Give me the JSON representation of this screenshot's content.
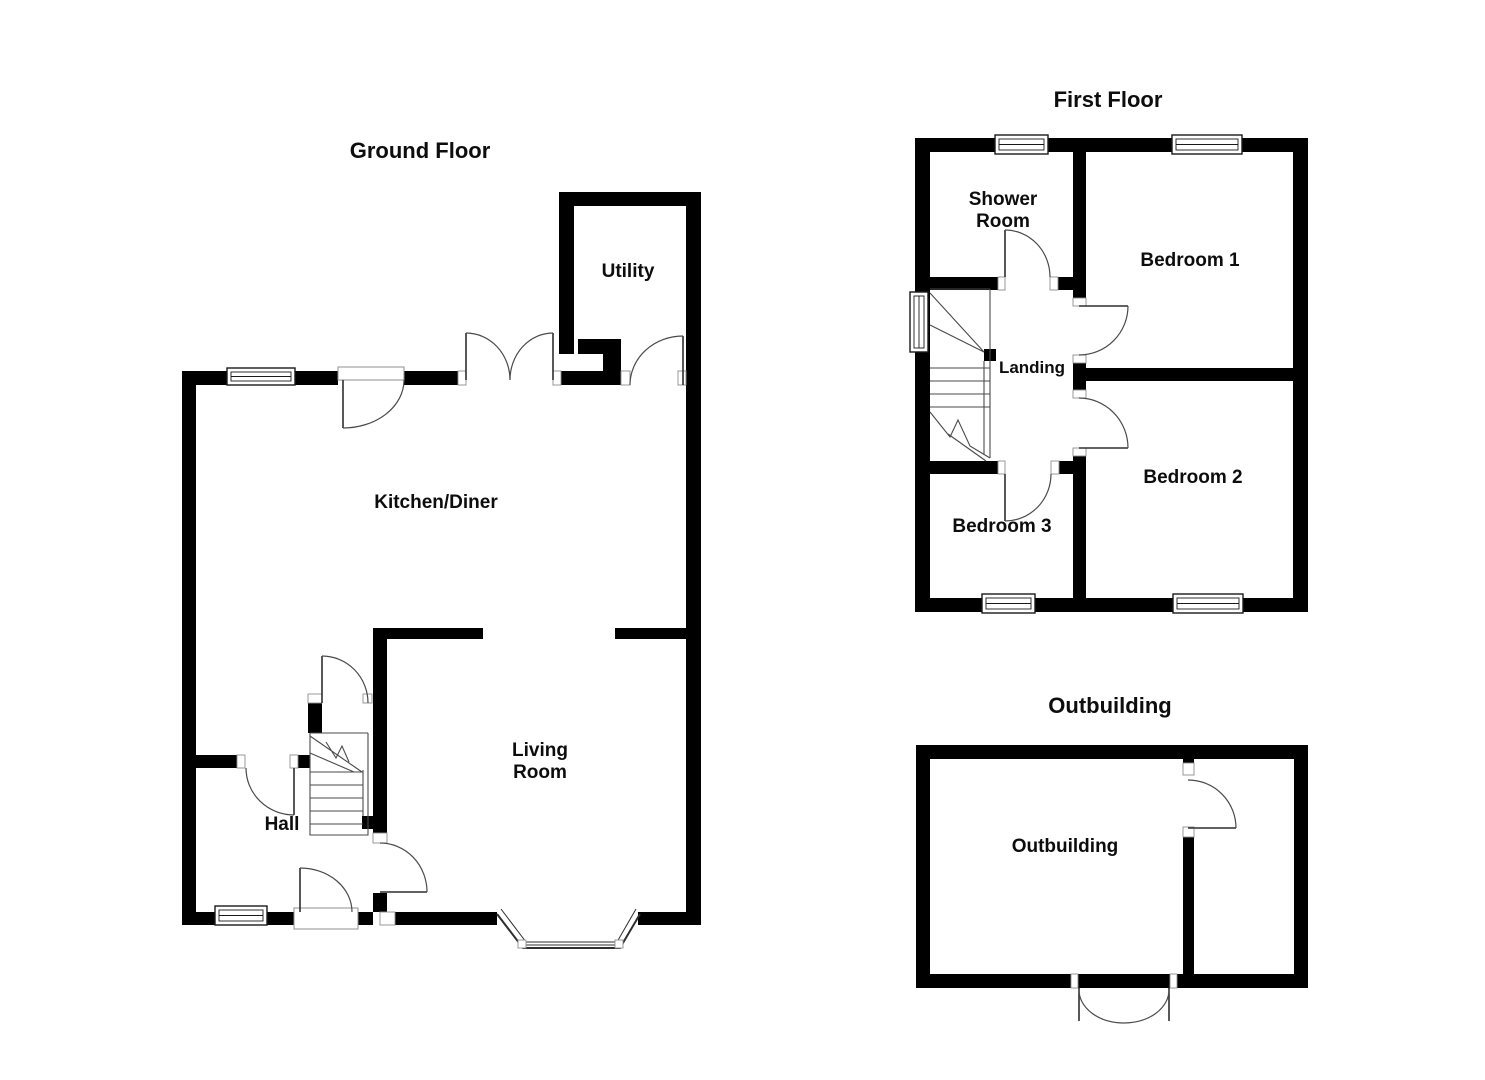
{
  "document": {
    "background": "#ffffff",
    "wall_color": "#000000",
    "door_line_color": "#4a4a4a"
  },
  "floors": {
    "ground": {
      "title": "Ground Floor",
      "rooms": {
        "utility": "Utility",
        "kitchen": "Kitchen/Diner",
        "living_line1": "Living",
        "living_line2": "Room",
        "hall": "Hall"
      }
    },
    "first": {
      "title": "First Floor",
      "rooms": {
        "shower_line1": "Shower",
        "shower_line2": "Room",
        "bedroom1": "Bedroom 1",
        "landing": "Landing",
        "bedroom2": "Bedroom 2",
        "bedroom3": "Bedroom 3"
      }
    },
    "outbuilding": {
      "title": "Outbuilding",
      "rooms": {
        "main": "Outbuilding"
      }
    }
  }
}
